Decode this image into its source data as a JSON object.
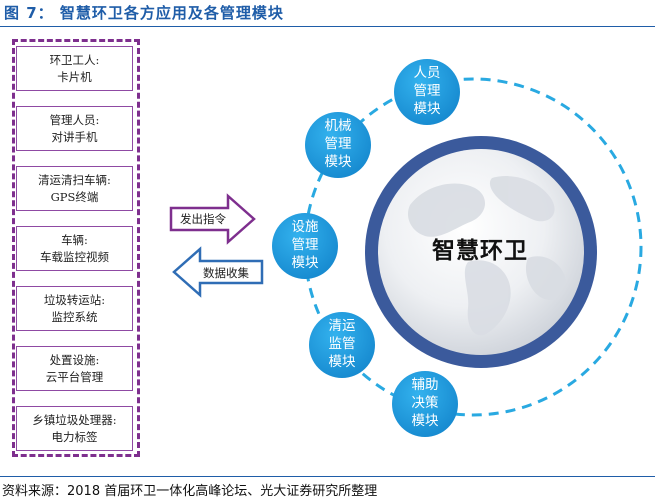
{
  "figure": {
    "title": "图 7： 智慧环卫各方应用及各管理模块",
    "source": "资料来源：2018 首届环卫一体化高峰论坛、光大证券研究所整理"
  },
  "devices": [
    {
      "line1": "环卫工人:",
      "line2": "卡片机"
    },
    {
      "line1": "管理人员:",
      "line2": "对讲手机"
    },
    {
      "line1": "清运清扫车辆:",
      "line2": "GPS终端"
    },
    {
      "line1": "车辆:",
      "line2": "车载监控视频"
    },
    {
      "line1": "垃圾转运站:",
      "line2": "监控系统"
    },
    {
      "line1": "处置设施:",
      "line2": "云平台管理"
    },
    {
      "line1": "乡镇垃圾处理器:",
      "line2": "电力标签"
    }
  ],
  "arrows": {
    "send": "发出指令",
    "receive": "数据收集"
  },
  "center": "智慧环卫",
  "modules": [
    {
      "line1": "人员",
      "line2": "管理",
      "line3": "模块"
    },
    {
      "line1": "机械",
      "line2": "管理",
      "line3": "模块"
    },
    {
      "line1": "设施",
      "line2": "管理",
      "line3": "模块"
    },
    {
      "line1": "清运",
      "line2": "监管",
      "line3": "模块"
    },
    {
      "line1": "辅助",
      "line2": "决策",
      "line3": "模块"
    }
  ],
  "colors": {
    "title": "#1f5da8",
    "panel_border": "#7e2f8e",
    "send_arrow": "#7e2f8e",
    "receive_arrow": "#2f6db5",
    "module_fill": "#1f9ee0",
    "orbit": "#29a9e1",
    "globe_ring": "#3b5a9c"
  }
}
